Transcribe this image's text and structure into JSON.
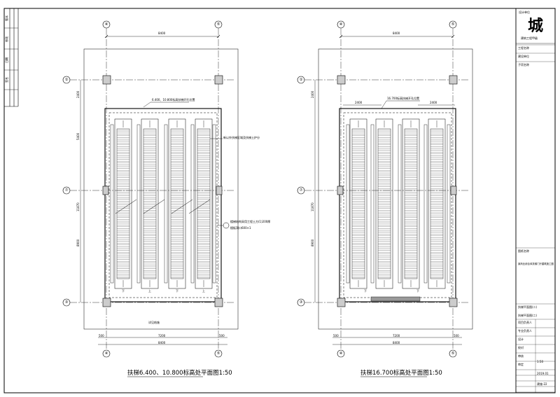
{
  "left_plan": {
    "title": "扶梯6.400、10.800标高处平面图1:50",
    "axes": {
      "left": "④",
      "right": "⑤",
      "top": "①",
      "mid": "⑦",
      "bottom": "③"
    },
    "dims_top": "8400",
    "dims_vertical": [
      "2400",
      "5400",
      "11870",
      "8900"
    ],
    "dims_bottom_detail": [
      "500",
      "7200",
      "500"
    ],
    "dims_bottom_total": "8400",
    "notes": [
      "6.400、10.800标高扶梯开孔位置",
      "新以外扶梯区域及扶梯土护分",
      "楼梯结构采用工程土方(1)200厚",
      "楼板洞口600×1"
    ],
    "stair_marks": [
      "下",
      "上",
      "下",
      "上"
    ],
    "bottom_note": "详见结施"
  },
  "right_plan": {
    "title": "扶梯16.700标高处平面图1:50",
    "axes": {
      "left": "④",
      "right": "⑤",
      "top": "①",
      "mid": "⑦",
      "bottom": "③"
    },
    "dims_top": "8400",
    "dims_vertical": [
      "2400",
      "11870",
      "8900"
    ],
    "dims_inner_top": [
      "2400",
      "2400"
    ],
    "dims_bottom_detail": [
      "500",
      "7200",
      "500"
    ],
    "dims_bottom_total": "8400",
    "notes": [
      "16.700标高扶梯开孔位置"
    ],
    "stair_marks": [
      "下",
      "下"
    ]
  },
  "title_block": {
    "logo_char": "城",
    "company": "设计单位",
    "cert": "建筑工程甲级",
    "rows": [
      "工程名称",
      "建设单位",
      "子项名称",
      "图纸名称",
      "扶梯平面图(二)",
      "项目负责人",
      "专业负责人",
      "设计",
      "校对",
      "审核",
      "审定"
    ],
    "project": "某商业综合体扶梯门厅建筑施工图",
    "drawing": "扶梯平面图(二)",
    "scale": "1:50",
    "sheet_no": "建施-22",
    "date": "2019.01"
  },
  "revision_strip": [
    "版本",
    "修改",
    "日期",
    "签名"
  ]
}
